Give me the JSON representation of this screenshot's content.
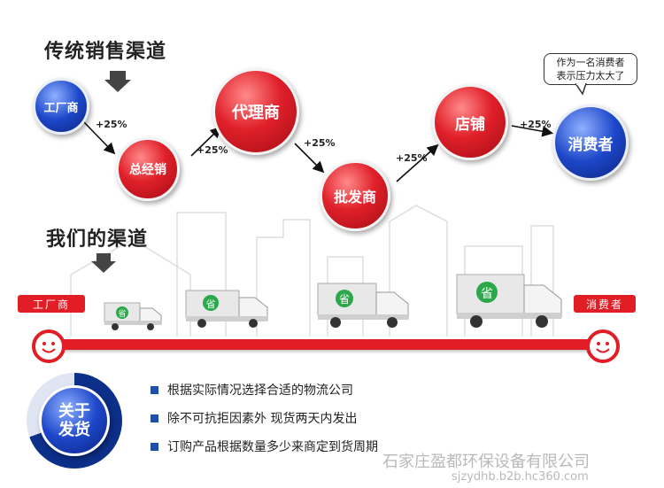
{
  "traditional": {
    "title": "传统销售渠道",
    "nodes": [
      "工厂商",
      "总经销",
      "代理商",
      "批发商",
      "店铺",
      "消费者"
    ],
    "markups": [
      "+25%",
      "+25%",
      "+25%",
      "+25%",
      "+25%"
    ],
    "speech": [
      "作为一名消费者",
      "表示压力太大了"
    ]
  },
  "ours": {
    "title": "我们的渠道",
    "start_label": "工厂商",
    "end_label": "消费者",
    "truck_badge": "省"
  },
  "shipping": {
    "badge": [
      "关于",
      "发货"
    ],
    "points": [
      "根据实际情况选择合适的物流公司",
      "除不可抗拒因素外  现货两天内发出",
      "订购产品根据数量多少来商定到货周期"
    ]
  },
  "watermark": {
    "company": "石家庄盈都环保设备有限公司",
    "url": "sjzydhb.b2b.hc360.com"
  },
  "colors": {
    "red": "#e11e26",
    "blue": "#1d47c9",
    "truck_badge": "#2aa84a"
  }
}
